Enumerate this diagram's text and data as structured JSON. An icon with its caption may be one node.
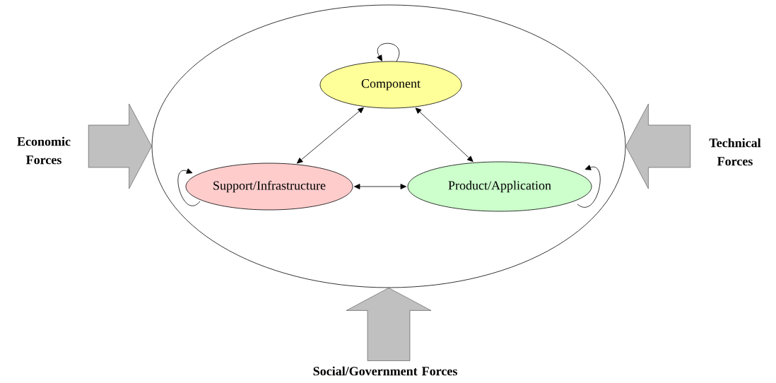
{
  "diagram": {
    "nodes": [
      {
        "text": [],
        "shape": "ellipse"
      },
      {
        "text": [
          "Component"
        ],
        "in": 0
      },
      {
        "text": [
          "Support/Infrastructure"
        ],
        "in": 0
      },
      {
        "text": [
          "Product/Application"
        ],
        "in": 0
      },
      {
        "text": [
          "Economic Forces"
        ]
      },
      {
        "text": [
          "Technical Forces"
        ]
      },
      {
        "text": [
          "Social/Government Forces"
        ]
      }
    ],
    "edges": [
      {
        "from": 1,
        "to": 1,
        "arrow": "to"
      },
      {
        "from": 1,
        "to": 2,
        "arrow": "both"
      },
      {
        "from": 1,
        "to": 3,
        "arrow": "both"
      },
      {
        "from": 2,
        "to": 3,
        "arrow": "both"
      },
      {
        "from": 2,
        "to": 2,
        "arrow": "to"
      },
      {
        "from": 3,
        "to": 3,
        "arrow": "to"
      },
      {
        "from": 4,
        "to": 0,
        "arrow": "to",
        "style": "thick",
        "color": "#c0c0c0"
      },
      {
        "from": 5,
        "to": 0,
        "arrow": "to",
        "style": "thick",
        "color": "#c0c0c0"
      },
      {
        "from": 6,
        "to": 0,
        "arrow": "to",
        "style": "thick",
        "color": "#c0c0c0"
      }
    ]
  }
}
